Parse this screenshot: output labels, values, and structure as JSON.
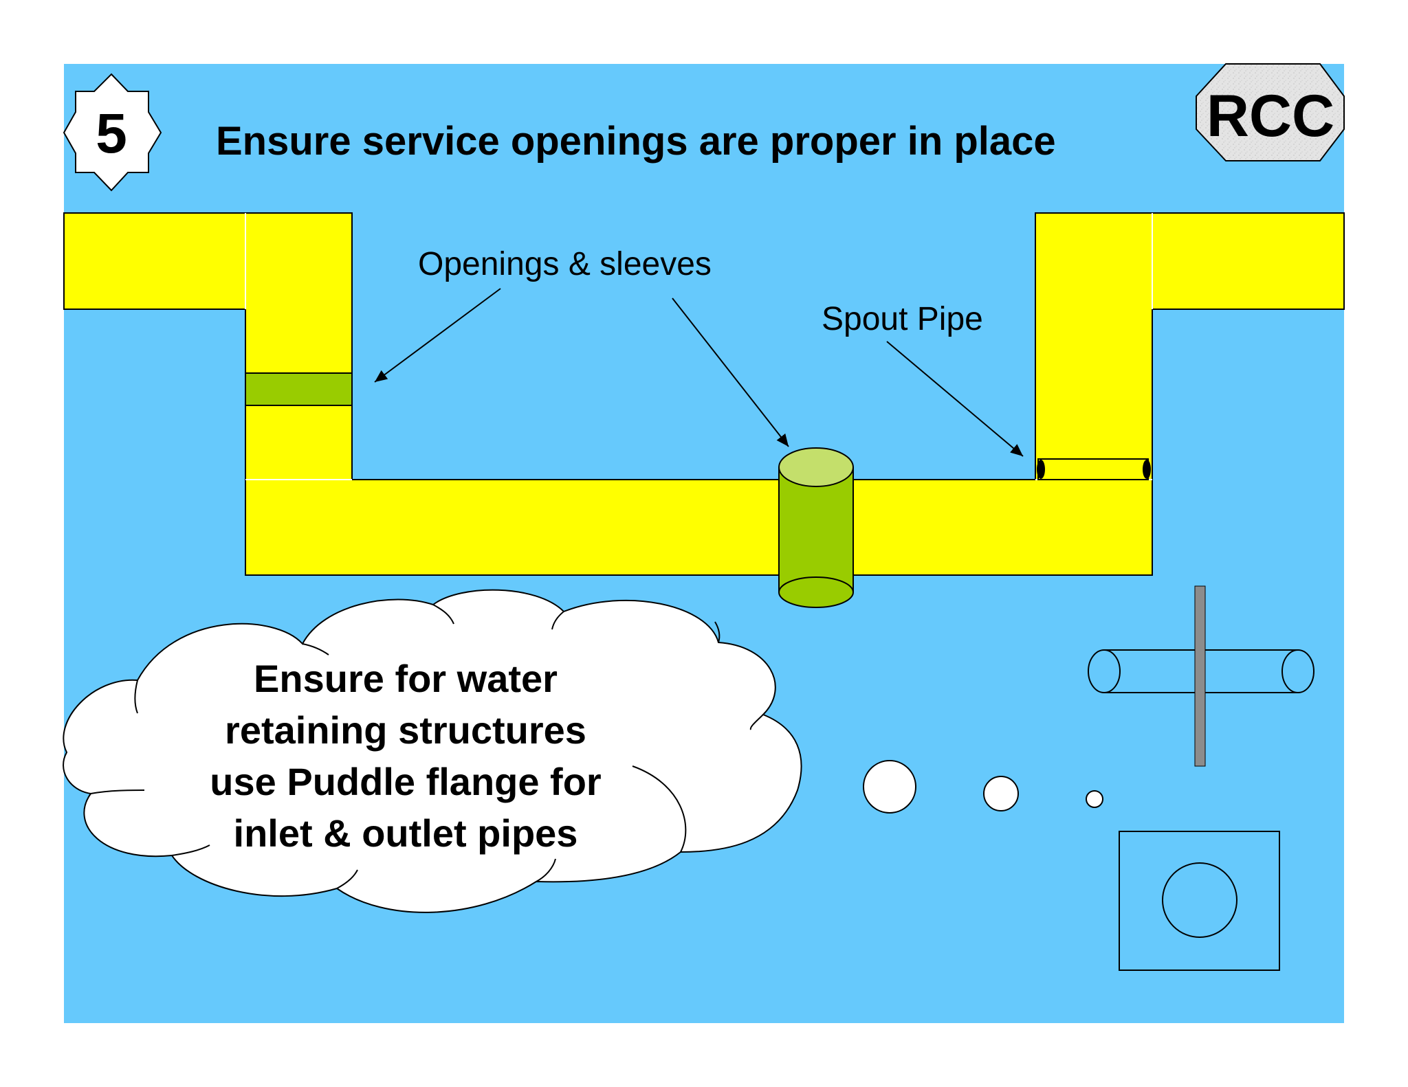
{
  "step_badge": "5",
  "title": "Ensure service openings are proper in place",
  "rcc_badge": "RCC",
  "labels": {
    "openings": "Openings & sleeves",
    "spout": "Spout Pipe"
  },
  "cloud_lines": [
    "Ensure for water",
    "retaining structures",
    "use Puddle flange for",
    "inlet & outlet pipes"
  ],
  "colors": {
    "page": "#ffffff",
    "background": "#66c9fc",
    "slab": "#ffff00",
    "sleeve": "#99cc00",
    "sleeve_top": "#c4df6b",
    "flange": "#8c8c8c",
    "outline": "#000000",
    "cloud": "#ffffff"
  }
}
